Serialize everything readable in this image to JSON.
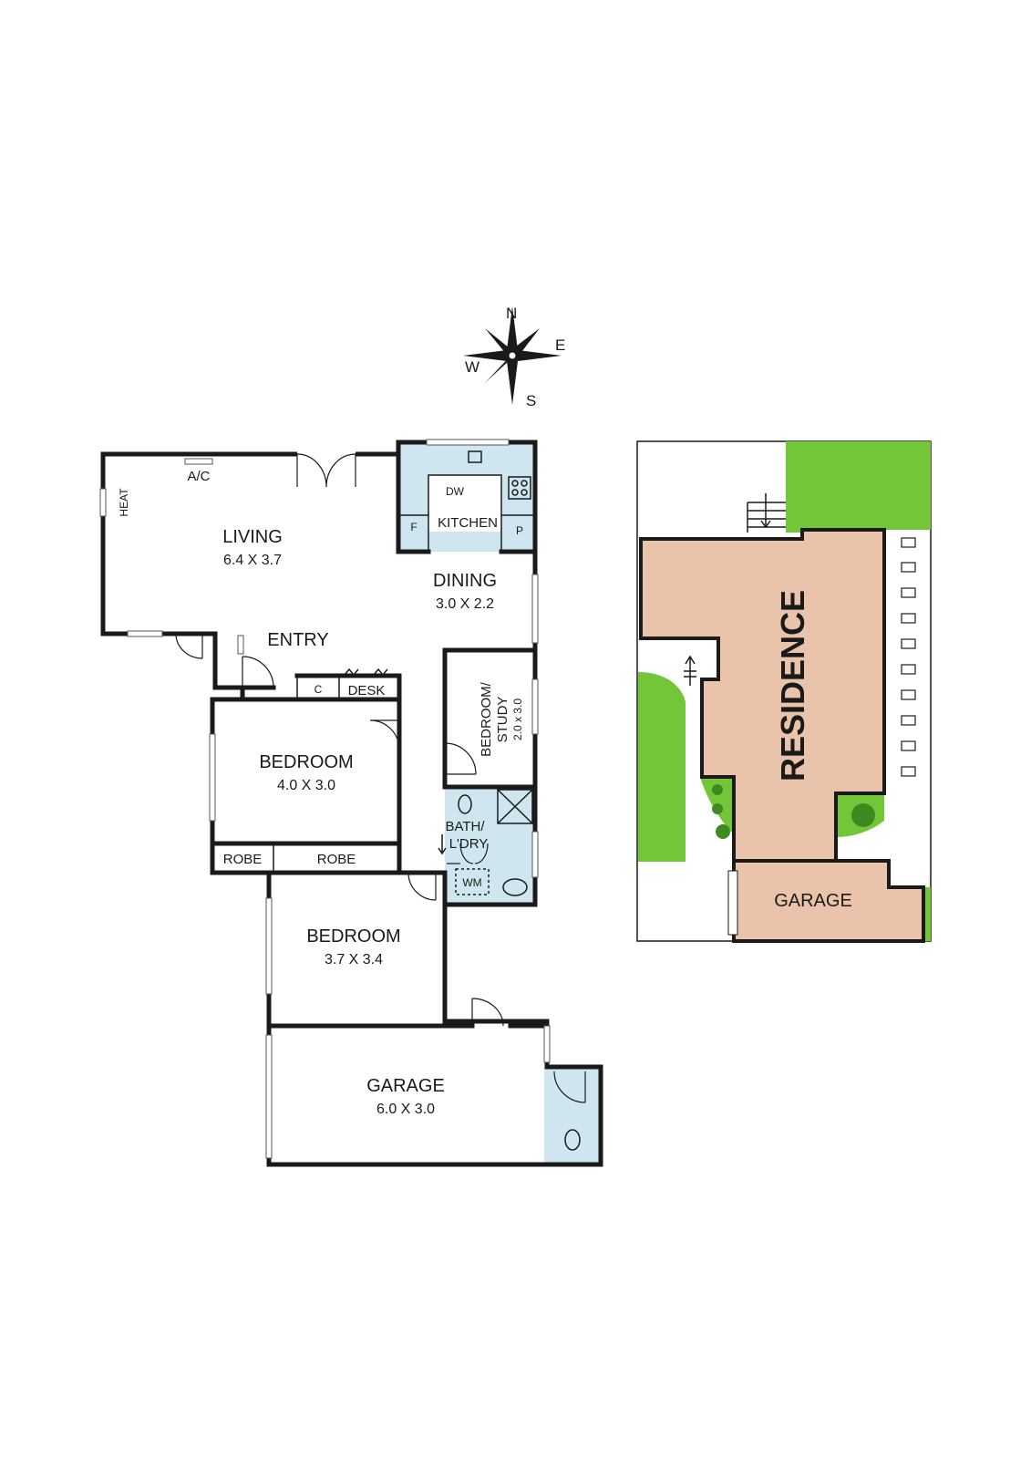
{
  "compass": {
    "north": "N",
    "south": "S",
    "east": "E",
    "west": "W"
  },
  "colors": {
    "wet_area": "#cfe6f1",
    "residence": "#e9c4aa",
    "lawn": "#74c639",
    "outline": "#1a1a1a"
  },
  "floorplan": {
    "living": {
      "name": "LIVING",
      "size": "6.4 X 3.7"
    },
    "dining": {
      "name": "DINING",
      "size": "3.0 X 2.2"
    },
    "kitchen": {
      "name": "KITCHEN"
    },
    "entry": {
      "name": "ENTRY"
    },
    "study": {
      "name": "BEDROOM/",
      "name2": "STUDY",
      "size": "2.0 x 3.0"
    },
    "bedroom1": {
      "name": "BEDROOM",
      "size": "4.0 X 3.0"
    },
    "bedroom2": {
      "name": "BEDROOM",
      "size": "3.7 X 3.4"
    },
    "bath": {
      "name": "BATH/",
      "name2": "L'DRY"
    },
    "garage": {
      "name": "GARAGE",
      "size": "6.0 X 3.0"
    },
    "fixtures": {
      "ac": "A/C",
      "heat": "HEAT",
      "dw": "DW",
      "fridge": "F",
      "pantry": "P",
      "cupboard": "C",
      "desk": "DESK",
      "robe": "ROBE",
      "wm": "WM"
    }
  },
  "siteplan": {
    "residence": "RESIDENCE",
    "garage": "GARAGE"
  }
}
